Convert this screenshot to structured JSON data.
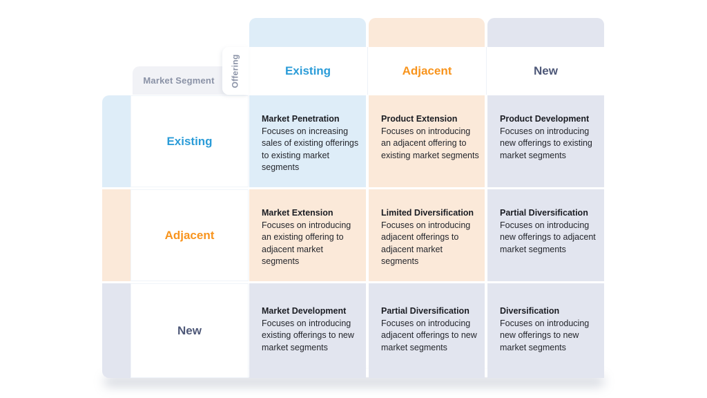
{
  "matrix": {
    "corner": {
      "row_axis_label": "Market Segment",
      "col_axis_label": "Offering"
    },
    "tones": {
      "existing": {
        "text_color": "#2B9CD8",
        "fill_color": "#DEEDF8"
      },
      "adjacent": {
        "text_color": "#F8941D",
        "fill_color": "#FBE9D9"
      },
      "new": {
        "text_color": "#4E5878",
        "fill_color": "#E2E5EF"
      }
    },
    "columns": [
      {
        "label": "Existing",
        "tone": "existing"
      },
      {
        "label": "Adjacent",
        "tone": "adjacent"
      },
      {
        "label": "New",
        "tone": "new"
      }
    ],
    "rows": [
      {
        "label": "Existing",
        "tone": "existing"
      },
      {
        "label": "Adjacent",
        "tone": "adjacent"
      },
      {
        "label": "New",
        "tone": "new"
      }
    ],
    "cells": [
      [
        {
          "title": "Market Penetration",
          "description": "Focuses on increasing sales of existing offerings to existing market segments",
          "tone": "existing"
        },
        {
          "title": "Product Extension",
          "description": "Focuses on introducing an adjacent offering to existing market segments",
          "tone": "adjacent"
        },
        {
          "title": "Product Development",
          "description": "Focuses on introducing new offerings to existing market segments",
          "tone": "new"
        }
      ],
      [
        {
          "title": "Market Extension",
          "description": "Focuses on introducing an existing offering to adjacent market segments",
          "tone": "adjacent"
        },
        {
          "title": "Limited Diversification",
          "description": "Focuses on introducing adjacent offerings to adjacent market segments",
          "tone": "adjacent"
        },
        {
          "title": "Partial Diversification",
          "description": "Focuses on introducing new offerings to adjacent market segments",
          "tone": "new"
        }
      ],
      [
        {
          "title": "Market Development",
          "description": "Focuses on introducing existing offerings to new market segments",
          "tone": "new"
        },
        {
          "title": "Partial Diversification",
          "description": "Focuses on introducing adjacent offerings to new market segments",
          "tone": "new"
        },
        {
          "title": "Diversification",
          "description": "Focuses on introducing new offerings to new market segments",
          "tone": "new"
        }
      ]
    ]
  }
}
